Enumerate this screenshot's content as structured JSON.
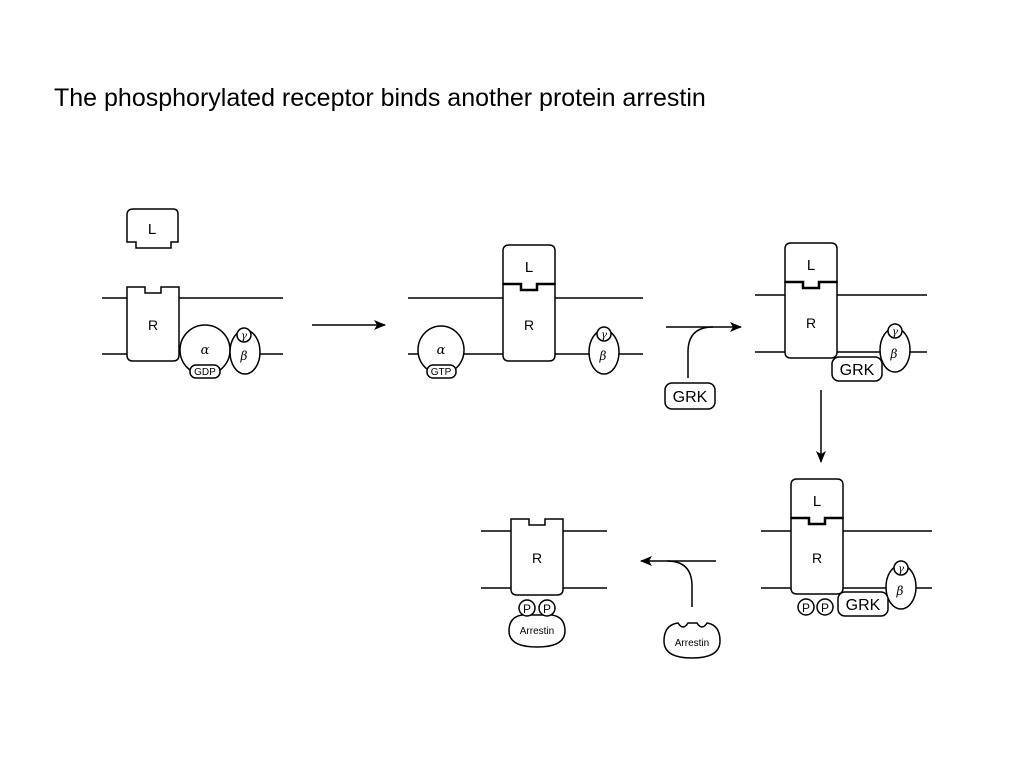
{
  "slide": {
    "title": "The phosphorylated receptor binds another protein arrestin"
  },
  "labels": {
    "ligand": "L",
    "receptor": "R",
    "alpha": "α",
    "beta": "β",
    "gamma": "γ",
    "gdp": "GDP",
    "gtp": "GTP",
    "grk": "GRK",
    "phosphate": "P",
    "arrestin": "Arrestin"
  },
  "colors": {
    "ink": "#000000",
    "background": "#ffffff"
  }
}
